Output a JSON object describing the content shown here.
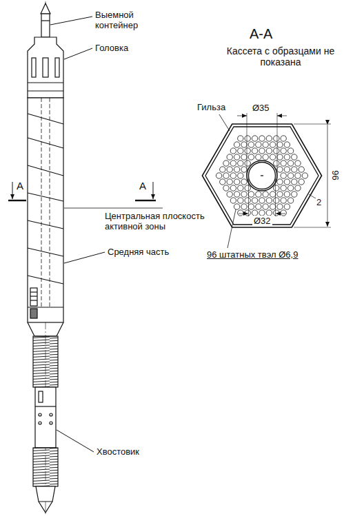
{
  "diagram": {
    "labels": [
      "Выемной контейнер",
      "Головка",
      "А",
      "А",
      "Центральная плоскость активной зоны",
      "Средняя часть",
      "Хвостовик",
      "А-А",
      "Кассета с образцами не показана",
      "Гильза",
      "Ø35",
      "96",
      "2",
      "Ø32",
      "96 штатных твэл Ø6,9"
    ]
  }
}
